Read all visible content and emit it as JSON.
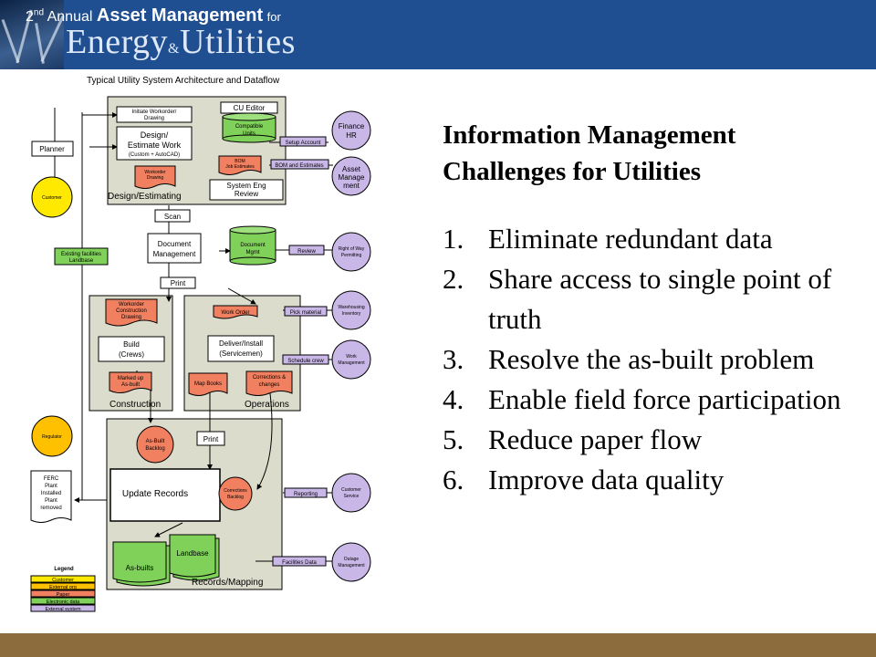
{
  "banner": {
    "edition_num": "2",
    "edition_suffix": "nd",
    "edition_word": "Annual",
    "event": "Asset Management",
    "for_word": "for",
    "title_a": "Energy",
    "amp": "&",
    "title_b": "Utilities"
  },
  "diagram": {
    "title": "Typical Utility System Architecture and Dataflow",
    "groups": {
      "design": "Design/Estimating",
      "construction": "Construction",
      "operations": "Operations",
      "records": "Records/Mapping"
    },
    "nodes": {
      "initiate_1": "Initiate Workorder/",
      "initiate_2": "Drawing",
      "design_work_1": "Design/",
      "design_work_2": "Estimate Work",
      "design_work_3": "(Custom + AutoCAD)",
      "cu_editor": "CU Editor",
      "compatible_units_1": "Compatible",
      "compatible_units_2": "Units",
      "workorder_drawing_1": "Workorder",
      "workorder_drawing_2": "Drawing",
      "bom_1": "BOM",
      "bom_2": "Job Estimates",
      "system_eng_1": "System Eng",
      "system_eng_2": "Review",
      "planner": "Planner",
      "customer": "Customer",
      "finance_1": "Finance",
      "finance_2": "HR",
      "asset_mgmt_1": "Asset",
      "asset_mgmt_2": "Manage",
      "asset_mgmt_3": "ment",
      "setup_account": "Setup Account",
      "bom_estimates": "BOM and Estimates",
      "scan": "Scan",
      "doc_mgmt_1": "Document",
      "doc_mgmt_2": "Management",
      "doc_mgmt_db_1": "Document",
      "doc_mgmt_db_2": "Mgmt",
      "review": "Review",
      "row_1": "Right of Way",
      "row_2": "Permitting",
      "existing_1": "Existing facilities",
      "existing_2": "Landbase",
      "print_top": "Print",
      "wo_construction_1": "Workorder",
      "wo_construction_2": "Construction",
      "wo_construction_3": "Drawing",
      "build_1": "Build",
      "build_2": "(Crews)",
      "marked_up_1": "Marked up",
      "marked_up_2": "As-built",
      "work_order": "Work Order",
      "deliver_1": "Deliver/Install",
      "deliver_2": "(Servicemen)",
      "map_books": "Map Books",
      "corrections_1": "Corrections &",
      "corrections_2": "changes",
      "pick_material": "Pick material",
      "warehousing_1": "Warehousing",
      "warehousing_2": "Inventory",
      "schedule_crew": "Schedule crew",
      "work_mgmt_1": "Work",
      "work_mgmt_2": "Management",
      "regulator": "Regulator",
      "asbuilt_backlog_1": "As-Built",
      "asbuilt_backlog_2": "Backlog",
      "print_bottom": "Print",
      "ferc_1": "FERC",
      "ferc_2": "Plant",
      "ferc_3": "Installed",
      "ferc_4": "Plant",
      "ferc_5": "removed",
      "update_records": "Update Records",
      "corrections_backlog_1": "Corrections",
      "corrections_backlog_2": "Backlog",
      "reporting": "Reporting",
      "customer_service_1": "Customer",
      "customer_service_2": "Service",
      "facilities_data": "Facilities Data",
      "outage_1": "Outage",
      "outage_2": "Management",
      "landbase": "Landbase",
      "asbuilts": "As-builts"
    },
    "legend": {
      "title": "Legend",
      "items": [
        "Customer",
        "External org",
        "Paper",
        "Electronic data",
        "External system"
      ]
    },
    "colors": {
      "customer": "#ffe900",
      "external_org": "#ffc000",
      "paper": "#f08060",
      "electronic_data": "#7fd15a",
      "external_system": "#c9b7e8",
      "group_fill": "#dcdccc"
    }
  },
  "info": {
    "title_line1": "Information Management",
    "title_line2": "Challenges for Utilities",
    "items": [
      {
        "num": "1.",
        "text": "Eliminate redundant data"
      },
      {
        "num": "2.",
        "text": "Share access to single point of truth"
      },
      {
        "num": "3.",
        "text": "Resolve the as-built problem"
      },
      {
        "num": "4.",
        "text": "Enable field force participation"
      },
      {
        "num": "5.",
        "text": "Reduce paper flow"
      },
      {
        "num": "6.",
        "text": "Improve data quality"
      }
    ]
  }
}
